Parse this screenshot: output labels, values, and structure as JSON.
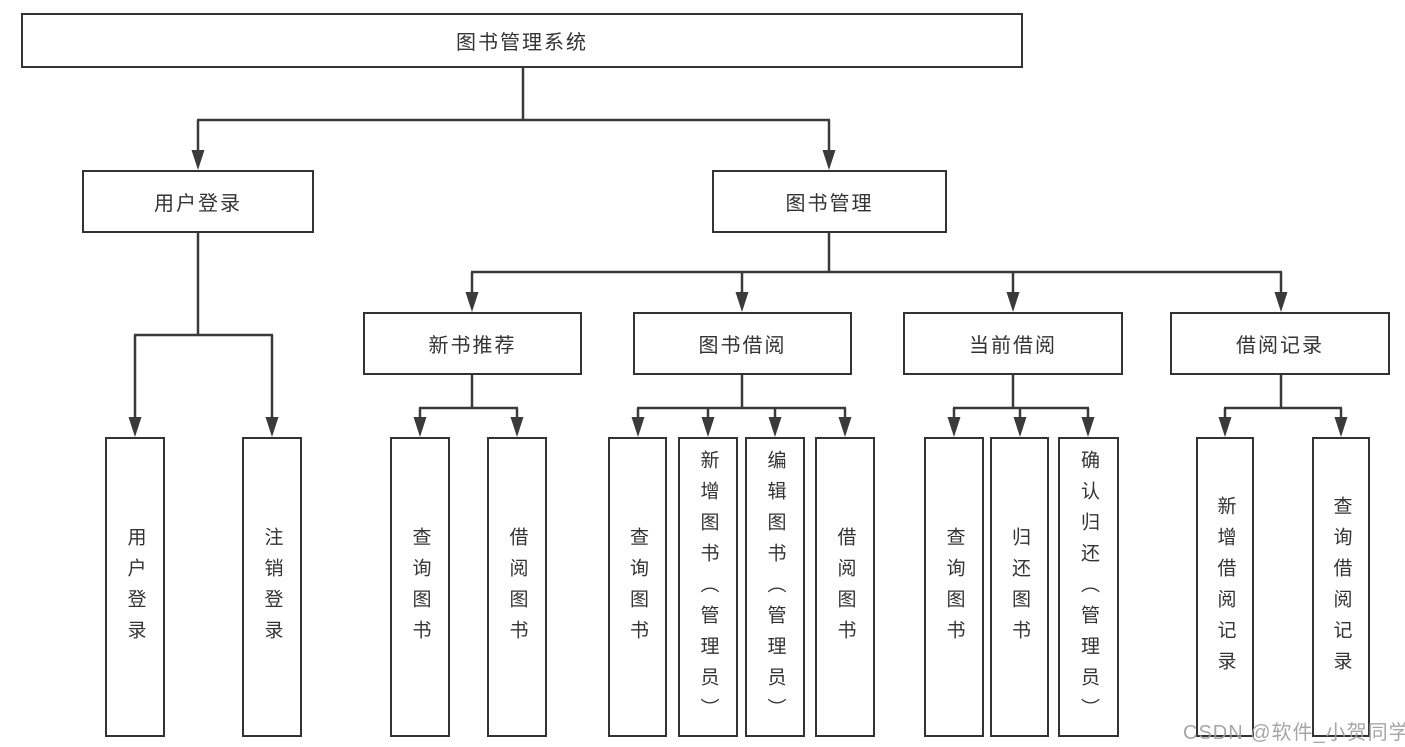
{
  "diagram": {
    "title": "图书管理系统",
    "level2": [
      {
        "label": "用户登录"
      },
      {
        "label": "图书管理"
      }
    ],
    "level3": [
      {
        "label": "新书推荐"
      },
      {
        "label": "图书借阅"
      },
      {
        "label": "当前借阅"
      },
      {
        "label": "借阅记录"
      }
    ],
    "leaves": [
      {
        "label": "用户登录"
      },
      {
        "label": "注销登录"
      },
      {
        "label": "查询图书"
      },
      {
        "label": "借阅图书"
      },
      {
        "label": "查询图书"
      },
      {
        "label": "新增图书（管理员）"
      },
      {
        "label": "编辑图书（管理员）"
      },
      {
        "label": "借阅图书"
      },
      {
        "label": "查询图书"
      },
      {
        "label": "归还图书"
      },
      {
        "label": "确认归还（管理员）"
      },
      {
        "label": "新增借阅记录"
      },
      {
        "label": "查询借阅记录"
      }
    ],
    "watermark": "CSDN @软件_小贺同学",
    "colors": {
      "line": "#3a3a3a",
      "border": "#333333",
      "text": "#333333",
      "background": "#ffffff",
      "watermark": "#9e9e9e"
    }
  }
}
